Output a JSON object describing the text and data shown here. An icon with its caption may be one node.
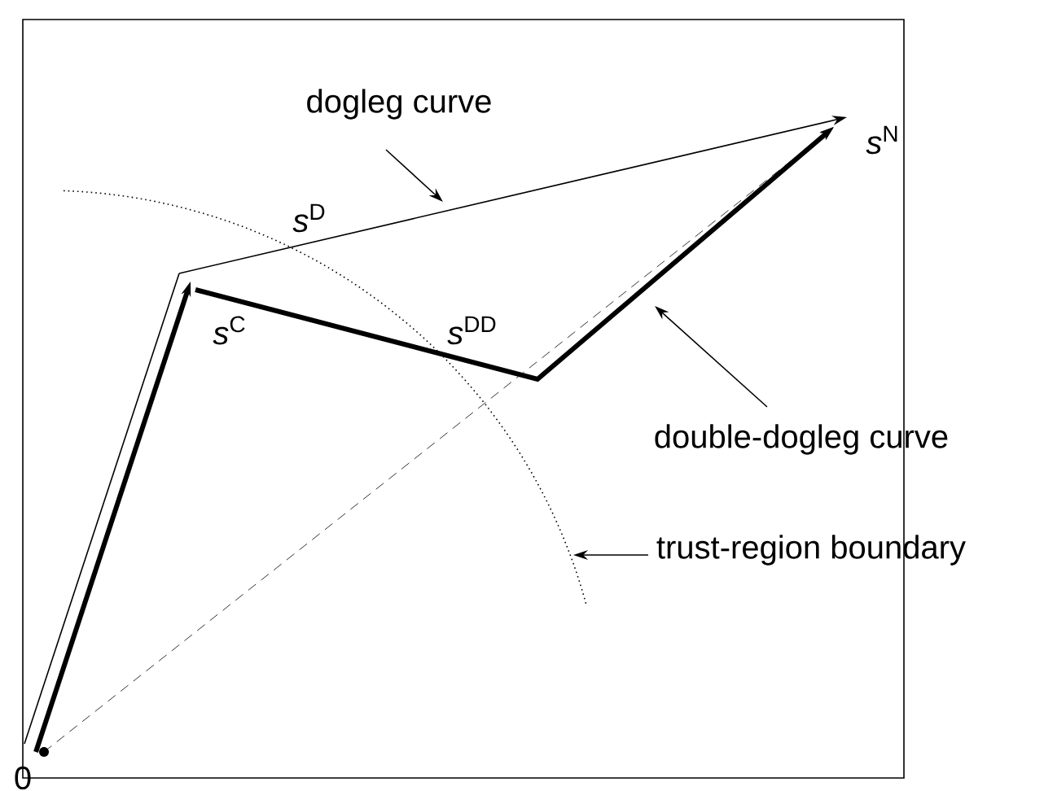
{
  "diagram": {
    "nodes": [
      {
        "text": [],
        "shape": "circle",
        "beside": [
          "0"
        ]
      },
      {
        "text": [
          "*s*$^{C}$"
        ]
      },
      {
        "text": [
          "*s*$^{N}$"
        ]
      },
      {
        "text": [
          "dogleg curve"
        ]
      },
      {
        "text": [
          "double-dogleg curve"
        ]
      },
      {
        "text": [
          "trust-region boundary"
        ]
      }
    ],
    "edges": [
      {
        "from": 0,
        "to": 1,
        "arrow": "to",
        "style": "thick"
      },
      {
        "from": 0,
        "to": 1,
        "arrow": "none"
      },
      {
        "from": 1,
        "to": 2,
        "arrow": "to",
        "label": "*s*$^{D}$"
      },
      {
        "from": 1,
        "to": 2,
        "arrow": "to",
        "style": "thick",
        "label": "*s*$^{DD}$"
      },
      {
        "from": 0,
        "to": 2,
        "arrow": "to",
        "style": "dashed"
      },
      {
        "from": 3,
        "to": null,
        "arrow": "to"
      },
      {
        "from": 4,
        "to": null,
        "arrow": "to"
      },
      {
        "from": 5,
        "to": null,
        "arrow": "to"
      }
    ]
  }
}
